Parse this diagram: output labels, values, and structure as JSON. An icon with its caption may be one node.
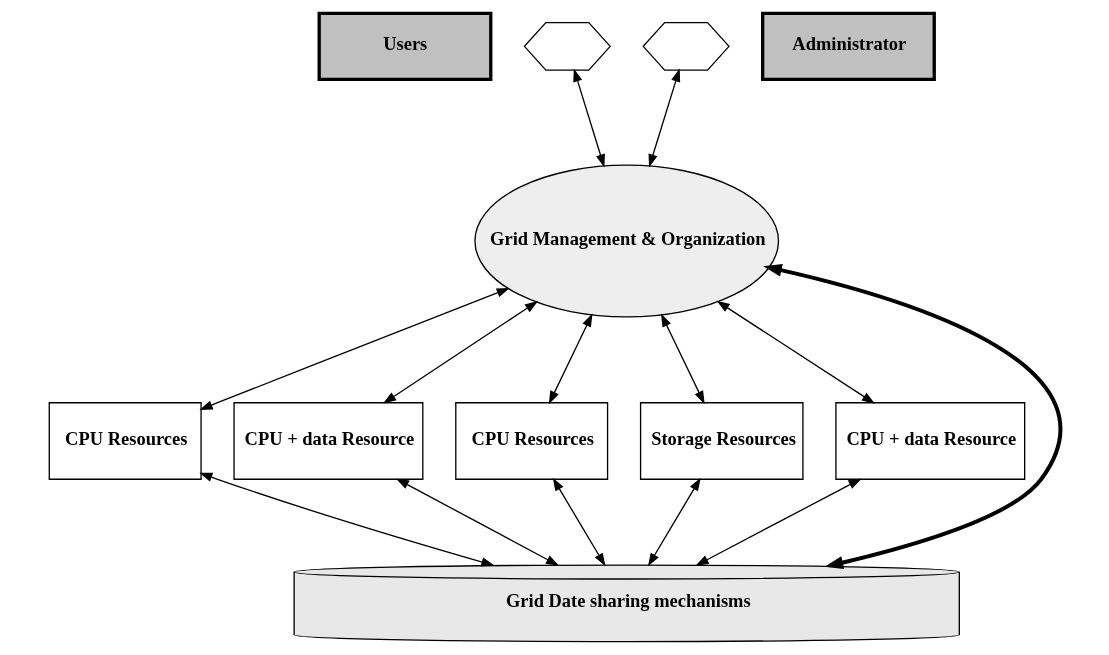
{
  "diagram": {
    "nodes": [
      {
        "text": [
          "Users"
        ]
      },
      {
        "text": [],
        "shape": "hexagon"
      },
      {
        "text": [],
        "shape": "hexagon"
      },
      {
        "text": [
          "Administrator"
        ]
      },
      {
        "text": [
          "Grid Management & Organization"
        ]
      },
      {
        "text": [
          "CPU Resources"
        ]
      },
      {
        "text": [
          "CPU + data Resource"
        ]
      },
      {
        "text": [
          "CPU Resources"
        ]
      },
      {
        "text": [
          "Storage Resources"
        ]
      },
      {
        "text": [
          "CPU + data Resource"
        ]
      },
      {
        "text": [
          "Grid Date sharing mechanisms"
        ]
      }
    ],
    "edges": [
      {
        "from": 1,
        "to": 4,
        "arrow": "both"
      },
      {
        "from": 4,
        "to": 2,
        "arrow": "both"
      },
      {
        "from": 4,
        "to": 5,
        "arrow": "both"
      },
      {
        "from": 4,
        "to": 6,
        "arrow": "both"
      },
      {
        "from": 4,
        "to": 7,
        "arrow": "both"
      },
      {
        "from": 10,
        "to": 4,
        "arrow": "both",
        "style": "thick"
      },
      {
        "from": 4,
        "to": 8,
        "arrow": "both"
      },
      {
        "from": 4,
        "to": 9,
        "arrow": "both"
      },
      {
        "from": 5,
        "to": 10,
        "arrow": "both"
      },
      {
        "from": 6,
        "to": 10,
        "arrow": "both"
      },
      {
        "from": 7,
        "to": 10,
        "arrow": "both"
      },
      {
        "from": 8,
        "to": 10,
        "arrow": "both"
      },
      {
        "from": 9,
        "to": 10,
        "arrow": "both"
      }
    ]
  }
}
